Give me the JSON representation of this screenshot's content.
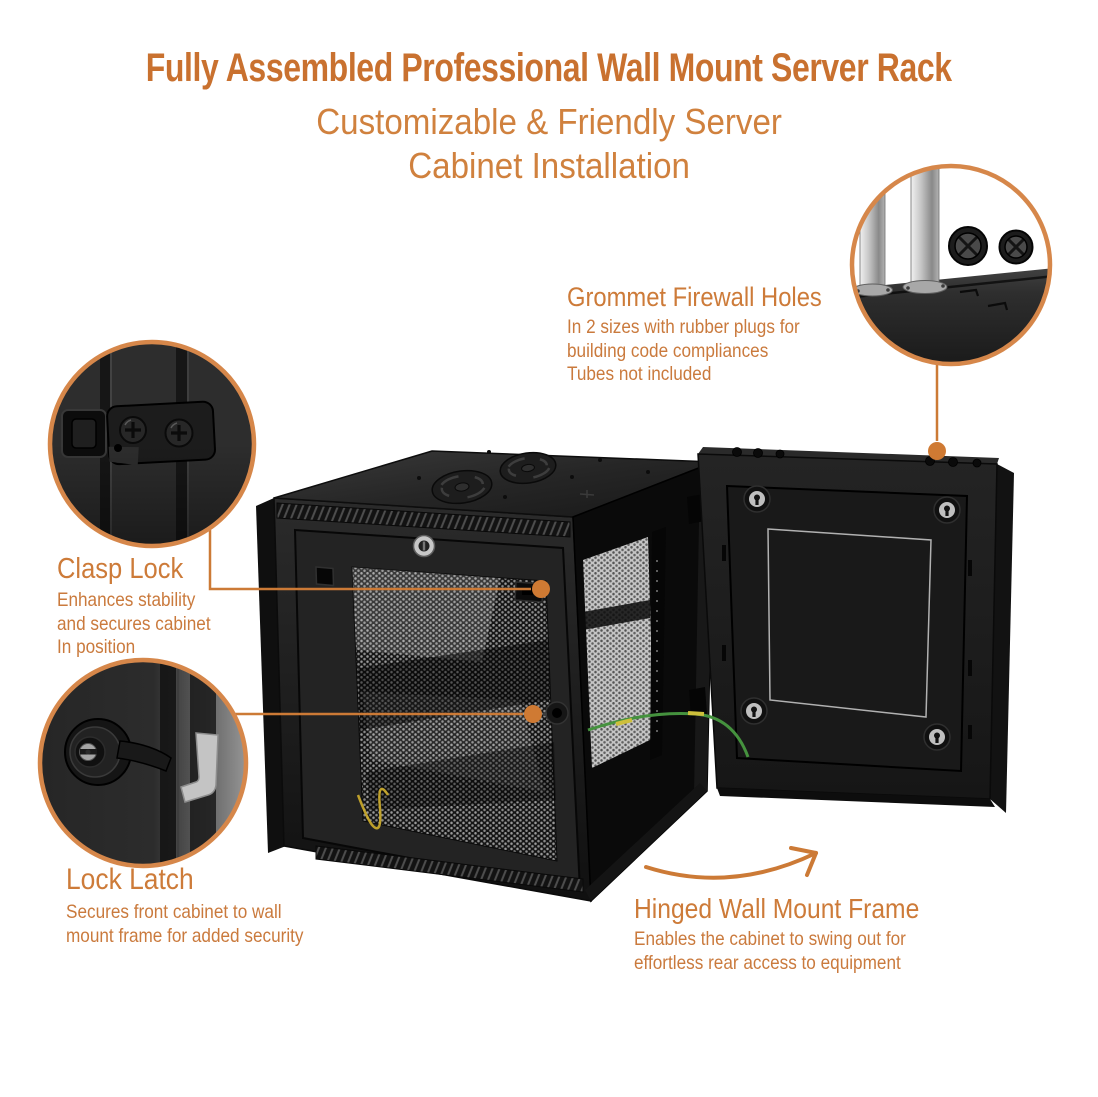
{
  "colors": {
    "accent-orange": "#c9712f",
    "subtitle-orange": "#d0813e",
    "text-orange": "#ca7a3d",
    "ring-orange": "#d6874a",
    "line-orange": "#cc7a36",
    "dot-orange": "#cf7a33"
  },
  "header": {
    "title": "Fully Assembled Professional Wall Mount Server Rack",
    "subtitle_line1": "Customizable & Friendly Server",
    "subtitle_line2": "Cabinet Installation"
  },
  "callouts": {
    "grommet": {
      "heading": "Grommet Firewall Holes",
      "lines": [
        "In 2 sizes with rubber plugs for",
        "building code compliances",
        "Tubes not included"
      ]
    },
    "clasp": {
      "heading": "Clasp Lock",
      "lines": [
        "Enhances stability",
        "and secures cabinet",
        "In position"
      ]
    },
    "latch": {
      "heading": "Lock Latch",
      "lines": [
        "Secures front cabinet to wall",
        "mount frame for added security"
      ]
    },
    "hinged": {
      "heading": "Hinged Wall Mount Frame",
      "lines": [
        "Enables the cabinet to swing out for",
        "effortless rear access to equipment"
      ]
    }
  },
  "icons": {
    "hinge_arrow": "curved-arrow",
    "callout_dot": "filled-circle",
    "callout_ring": "orange-circle-ring"
  }
}
